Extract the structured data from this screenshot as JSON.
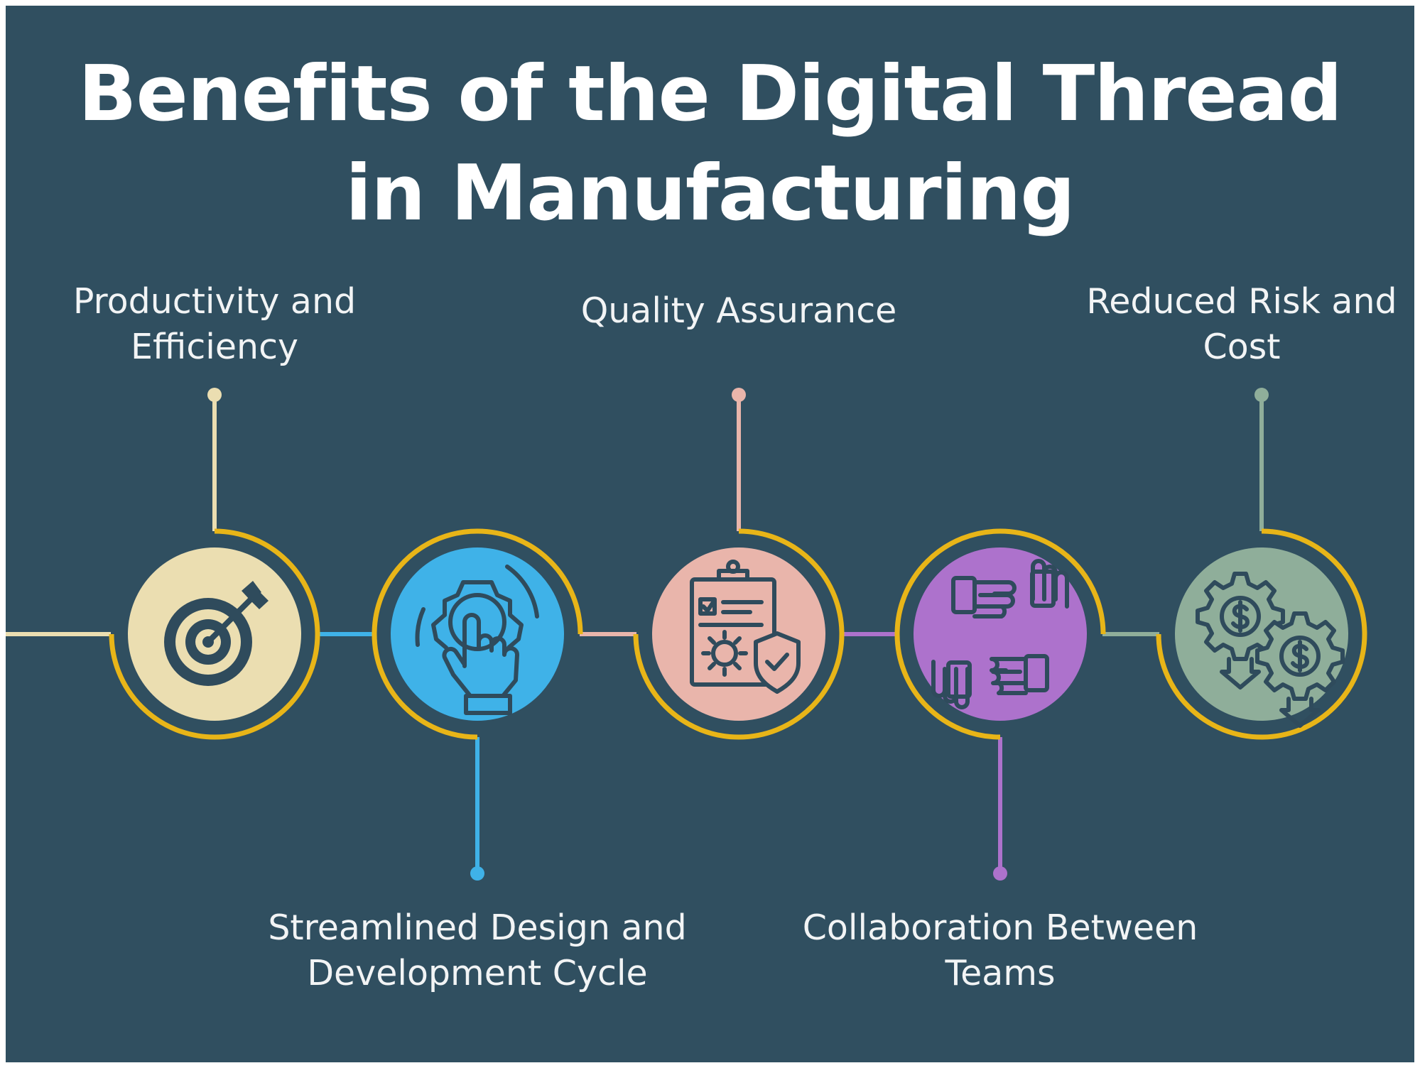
{
  "title": {
    "line1": "Benefits of the Digital Thread",
    "line2": "in Manufacturing"
  },
  "colors": {
    "background": "#304f60",
    "ring": "#e8b518",
    "text": "#f2f4f5",
    "icon_stroke": "#2f4b5c"
  },
  "benefits": [
    {
      "line1": "Productivity and",
      "line2": "Efficiency",
      "icon": "target-icon",
      "color": "#ebdeb1",
      "position": "top"
    },
    {
      "line1": "Streamlined Design and",
      "line2": "Development Cycle",
      "icon": "gear-hand-icon",
      "color": "#3fb2e8",
      "position": "bottom"
    },
    {
      "line1": "Quality Assurance",
      "line2": "",
      "icon": "clipboard-shield-icon",
      "color": "#e9b5ab",
      "position": "top"
    },
    {
      "line1": "Collaboration Between",
      "line2": "Teams",
      "icon": "hands-icon",
      "color": "#ad72cc",
      "position": "bottom"
    },
    {
      "line1": "Reduced Risk and",
      "line2": "Cost",
      "icon": "gears-dollar-icon",
      "color": "#8fae9a",
      "position": "top"
    }
  ]
}
